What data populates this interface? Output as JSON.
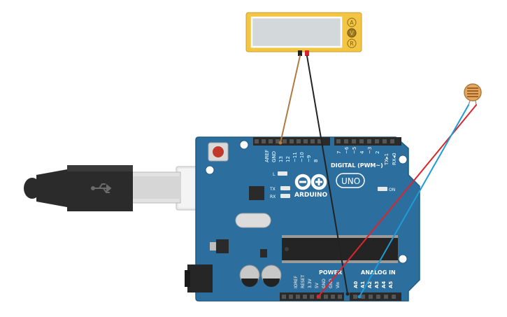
{
  "board": {
    "brand": "ARDUINO",
    "model": "UNO",
    "header_digital_title": "DIGITAL (PWM~)",
    "header_power_title": "POWER",
    "header_analog_title": "ANALOG IN",
    "led_l": "L",
    "led_tx": "TX",
    "led_rx": "RX",
    "led_on": "ON",
    "digital_pins": [
      "AREF",
      "GND",
      "13",
      "12",
      "~11",
      "~10",
      "~9",
      "8",
      "7",
      "~6",
      "~5",
      "4",
      "~3",
      "2",
      "TX▸1",
      "RX◂0"
    ],
    "power_pins": [
      "IOREF",
      "RESET",
      "3.3V",
      "5V",
      "GND",
      "GND",
      "Vin"
    ],
    "analog_pins": [
      "A0",
      "A1",
      "A2",
      "A3",
      "A4",
      "A5"
    ]
  },
  "meter": {
    "modes": [
      "A",
      "V",
      "R"
    ],
    "active_mode": "V"
  },
  "colors": {
    "board": "#2C6F9E",
    "board_edge": "#1F5B86",
    "header": "#2A2A2A",
    "wire_red": "#D8262C",
    "wire_black": "#222222",
    "wire_blue": "#1E9BD7",
    "wire_brown": "#B07A43",
    "meter_body": "#F4C542",
    "meter_screen": "#D3D9DB"
  }
}
